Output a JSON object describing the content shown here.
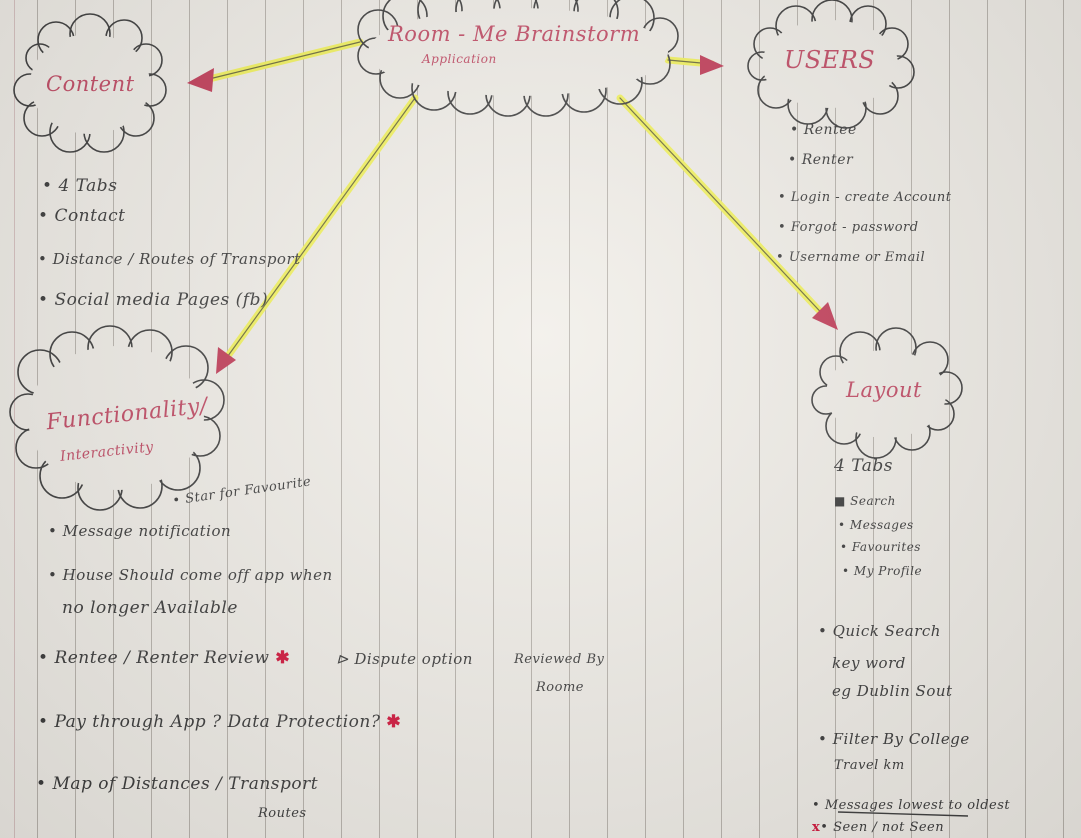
{
  "colors": {
    "ink": "#3a3a3a",
    "red_ink": "#c24a64",
    "highlighter": "#f3f35e",
    "arrow_head": "#c23b57",
    "star": "#d2143a"
  },
  "center": {
    "title": "Room - Me Brainstorm",
    "subtitle": "Application"
  },
  "content": {
    "heading": "Content",
    "items": [
      "4 Tabs",
      "Contact",
      "Distance / Routes of Transport",
      "Social media Pages (fb)"
    ]
  },
  "users": {
    "heading": "USERS",
    "items": [
      "Rentee",
      "Renter",
      "Login - create Account",
      "Forgot - password",
      "Username or Email"
    ]
  },
  "functionality": {
    "heading_line1": "Functionality/",
    "heading_line2": "Interactivity",
    "star_favourite": "Star for Favourite",
    "items": {
      "message": "Message notification",
      "house_line1": "House Should come off app when",
      "house_line2": "no longer Available",
      "review": "Rentee / Renter Review",
      "dispute": "Dispute option",
      "reviewed_by_line1": "Reviewed By",
      "reviewed_by_line2": "Roome",
      "pay": "Pay through App ? Data Protection?",
      "map_line1": "Map of Distances / Transport",
      "map_line2": "Routes"
    },
    "star_mark": "✱"
  },
  "layout": {
    "heading": "Layout",
    "tabs_label": "4 Tabs",
    "tabs": [
      "Search",
      "Messages",
      "Favourites",
      "My Profile"
    ],
    "quick_line1": "Quick Search",
    "quick_line2": "key word",
    "quick_line3": "eg Dublin Sout",
    "filter_line1": "Filter By College",
    "filter_line2": "Travel km",
    "messages_order": "Messages lowest to oldest",
    "seen_mark": "x",
    "seen": "Seen / not Seen"
  }
}
